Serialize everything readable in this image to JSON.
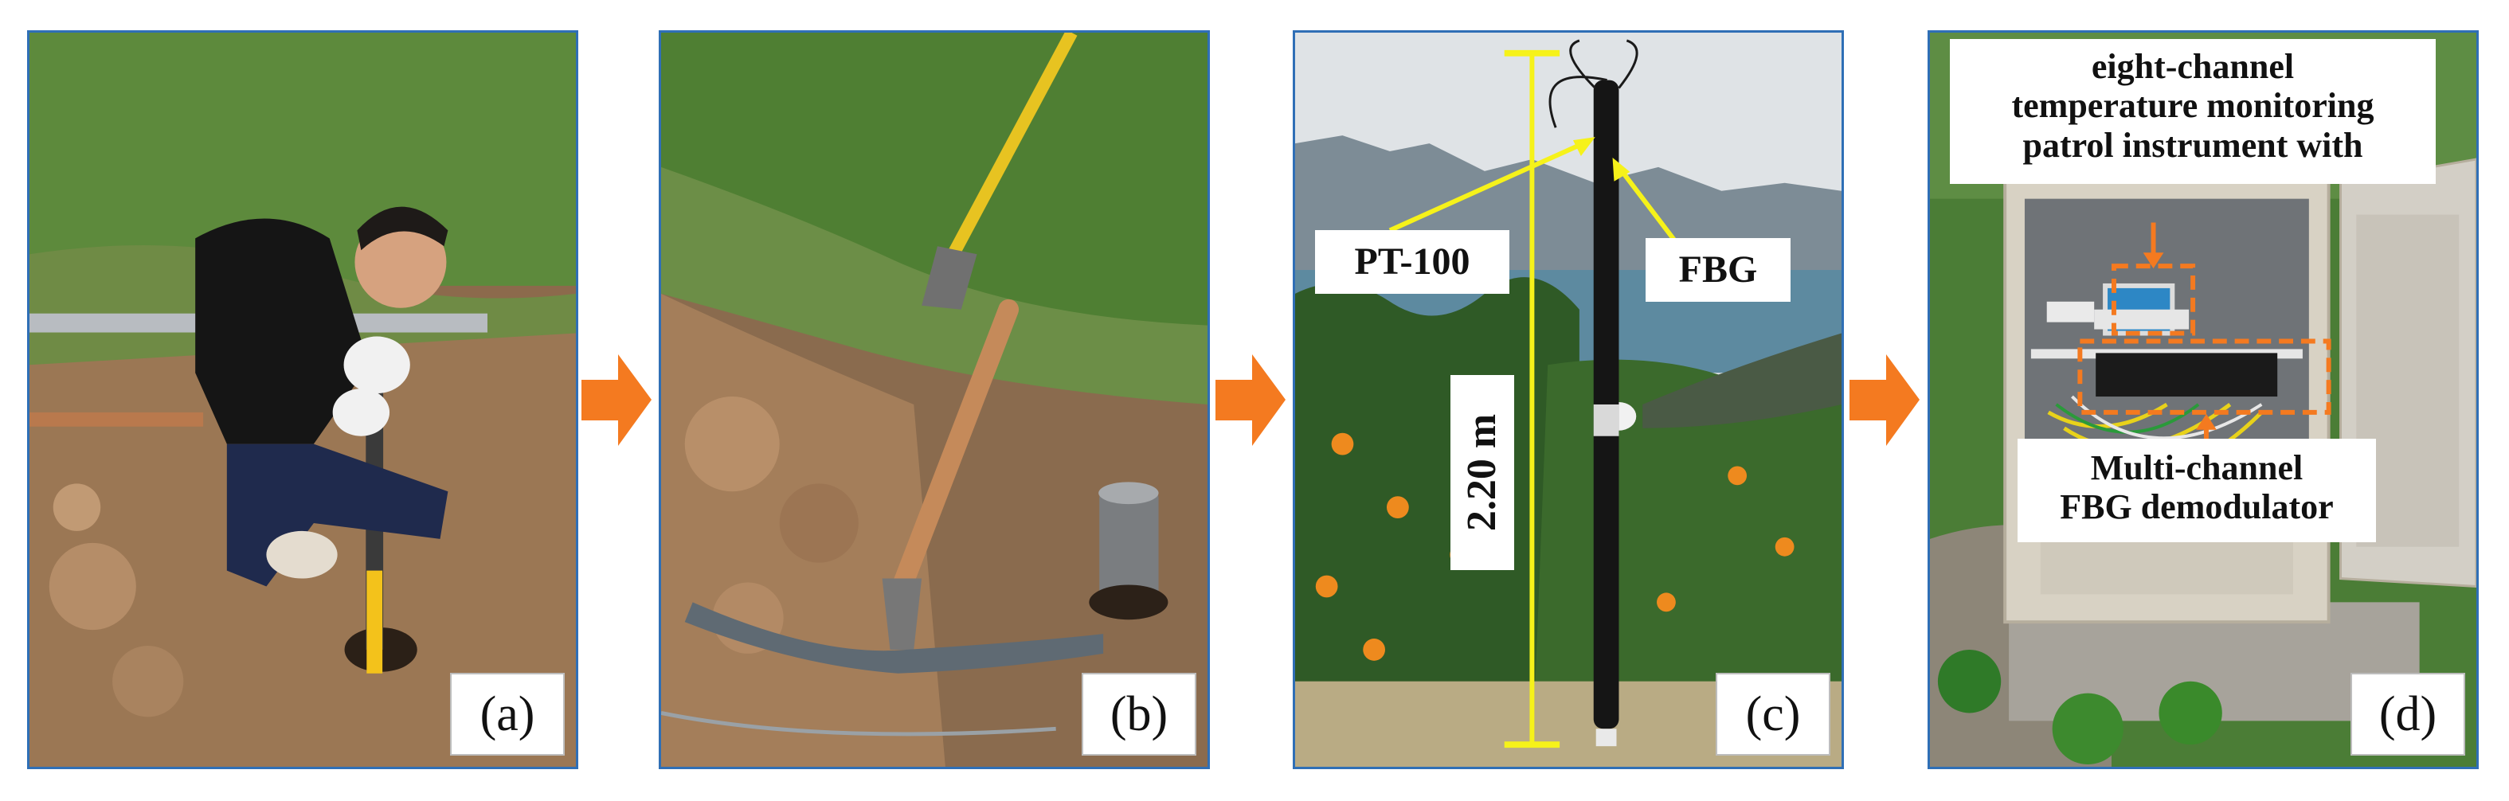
{
  "panels": [
    {
      "id": "a",
      "label": "(a)",
      "scene": "person kneeling, driving a rod into the soil"
    },
    {
      "id": "b",
      "label": "(b)",
      "scene": "shovel, pickaxe and a pipe in a drilled hole"
    },
    {
      "id": "c",
      "label": "(c)",
      "scene": "black sensor cable held vertically against a lake and orange trees"
    },
    {
      "id": "d",
      "label": "(d)",
      "scene": "open field cabinet with monitoring instruments"
    }
  ],
  "annotations": {
    "pt100": "PT-100",
    "fbg": "FBG",
    "length": "2.20 m",
    "instrument_line1": "eight-channel",
    "instrument_line2": "temperature monitoring",
    "instrument_line3": "patrol instrument with",
    "demod_line1": "Multi-channel",
    "demod_line2": "FBG demodulator"
  },
  "colors": {
    "panel_border": "#2f6fb6",
    "arrow": "#f47a20",
    "yellow_marker": "#f6f21a",
    "orange_box": "#f47a20"
  }
}
